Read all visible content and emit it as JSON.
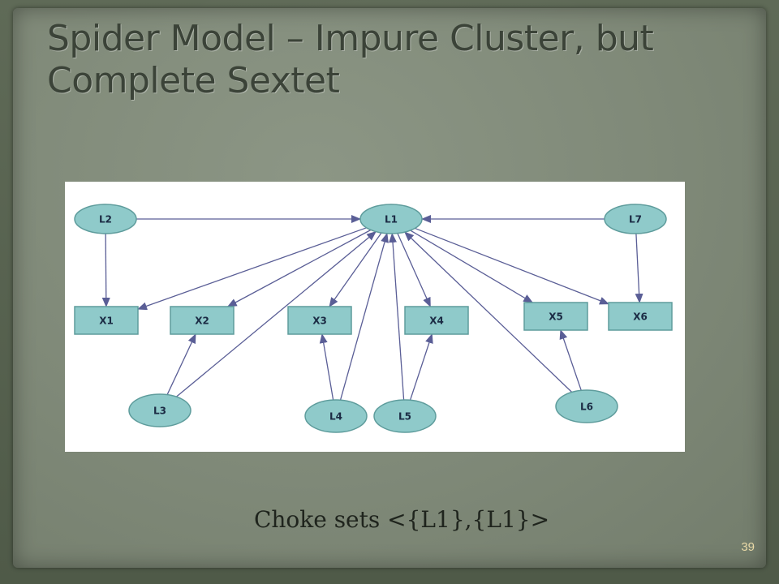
{
  "slide": {
    "title": "Spider Model – Impure Cluster, but Complete Sextet",
    "caption": "Choke sets <{L1},{L1}>",
    "page_number": "39"
  },
  "diagram": {
    "latent_nodes": [
      "L1",
      "L2",
      "L3",
      "L4",
      "L5",
      "L6",
      "L7"
    ],
    "measured_nodes": [
      "X1",
      "X2",
      "X3",
      "X4",
      "X5",
      "X6"
    ],
    "edges": [
      [
        "L2",
        "L1"
      ],
      [
        "L7",
        "L1"
      ],
      [
        "L2",
        "X1"
      ],
      [
        "L7",
        "X6"
      ],
      [
        "L1",
        "X1"
      ],
      [
        "L1",
        "X2"
      ],
      [
        "L1",
        "X3"
      ],
      [
        "L1",
        "X4"
      ],
      [
        "L1",
        "X5"
      ],
      [
        "L1",
        "X6"
      ],
      [
        "L3",
        "X2"
      ],
      [
        "L3",
        "L1"
      ],
      [
        "L4",
        "X3"
      ],
      [
        "L4",
        "L1"
      ],
      [
        "L5",
        "X4"
      ],
      [
        "L5",
        "L1"
      ],
      [
        "L6",
        "X5"
      ],
      [
        "L6",
        "L1"
      ]
    ]
  },
  "colors": {
    "node_fill": "#8fcaca",
    "node_stroke": "#5e9c9c",
    "edge": "#5a5e96"
  }
}
